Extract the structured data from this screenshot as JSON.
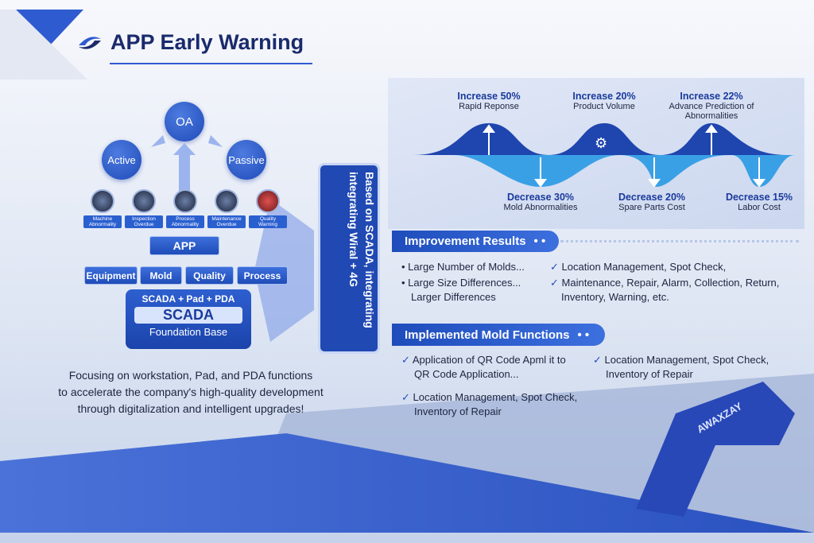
{
  "title": "APP Early Warning",
  "diagram": {
    "top": "OA",
    "left": "Active",
    "right": "Passive",
    "icons": [
      "Machine Abnormality",
      "Inspection Overdue",
      "Process Abnormality",
      "Maintenance Overdue",
      "Quality Warning"
    ],
    "app": "APP",
    "modules": [
      "Equipment",
      "Mold",
      "Quality",
      "Process"
    ],
    "scada_top": "SCADA + Pad + PDA",
    "scada": "SCADA",
    "foundation": "Foundation Base"
  },
  "vertical_label": "Based on SCADA, integrating integrating Wiral + 4G",
  "footer_text": [
    "Focusing on workstation, Pad, and PDA functions",
    "to accelerate the company's high-quality development",
    "through digitalization and intelligent upgrades!"
  ],
  "metrics": {
    "increase": [
      {
        "value": "Increase 50%",
        "label": "Rapid Reponse"
      },
      {
        "value": "Increase 20%",
        "label": "Product Volume"
      },
      {
        "value": "Increase 22%",
        "label": "Advance Prediction of Abnormalities"
      }
    ],
    "decrease": [
      {
        "value": "Decrease 30%",
        "label": "Mold Abnormalities"
      },
      {
        "value": "Decrease 20%",
        "label": "Spare Parts Cost"
      },
      {
        "value": "Decrease 15%",
        "label": "Labor Cost"
      }
    ]
  },
  "improvement": {
    "header": "Improvement Results",
    "left": [
      "Large Number of Molds...",
      "Large Size Differences... Larger Differences"
    ],
    "right": [
      "Location Management, Spot Check,",
      "Maintenance, Repair, Alarm, Collection, Return, Inventory, Warning, etc."
    ]
  },
  "implemented": {
    "header": "Implemented Mold Functions",
    "items": [
      "Application of QR Code Apml it to QR Code Application...",
      "Location Management, Spot Check, Inventory of Repair",
      "Location Management, Spot Check, Inventory of Repair"
    ]
  },
  "robot_text": "AWAXZAY"
}
